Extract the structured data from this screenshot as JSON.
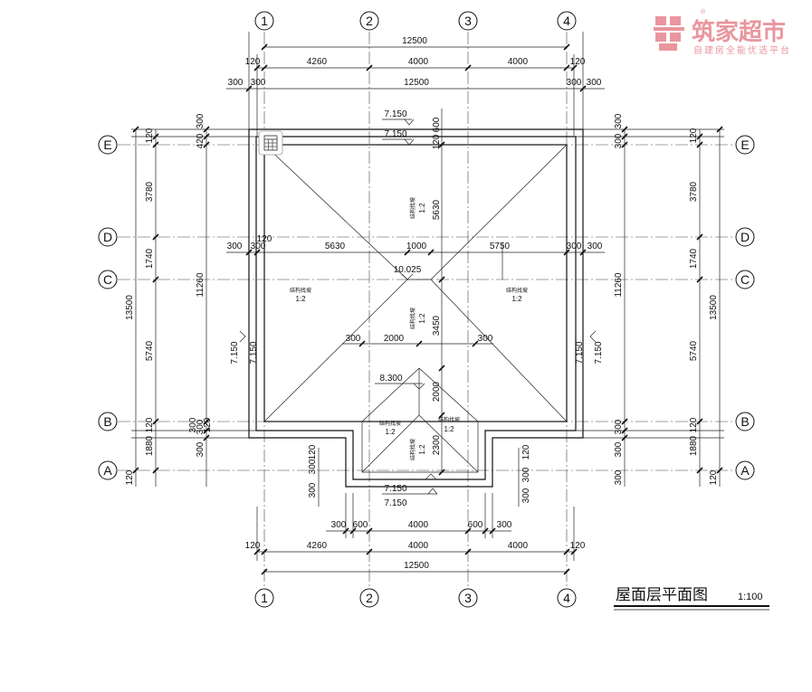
{
  "title": "屋面层平面图",
  "scale": "1:100",
  "watermark": {
    "brand": "筑家超市",
    "slogan": "自建房全能优选平台",
    "registered": "®"
  },
  "axes_vertical": [
    "1",
    "2",
    "3",
    "4"
  ],
  "axes_horizontal": [
    "E",
    "D",
    "C",
    "B",
    "A"
  ],
  "dims_top": {
    "total": "12500",
    "edge_left": "120",
    "edge_right": "120",
    "seg1": "4260",
    "seg2": "4000",
    "seg3": "4000",
    "eave_total": "12500",
    "eave_left": "300",
    "eave_right": "300",
    "offset_left": "300",
    "offset_right": "300"
  },
  "dims_bottom": {
    "total": "12500",
    "edge_left": "120",
    "edge_right": "120",
    "seg1": "4260",
    "seg2": "4000",
    "seg3": "4000",
    "w300a": "300",
    "w600a": "600",
    "w4000": "4000",
    "w600b": "600",
    "w300b": "300"
  },
  "dims_left": {
    "total": "13500",
    "mid": "11260",
    "e_top": "120",
    "e_eave": "420",
    "e_300": "300",
    "seg_ED": "3780",
    "seg_DC": "1740",
    "seg_CB": "5740",
    "seg_BA": "1880",
    "b_120": "120",
    "b_300a": "300",
    "b_300b": "300",
    "a_120": "120",
    "d_300": "300",
    "d_120": "120"
  },
  "dims_right": {
    "total": "13500",
    "mid": "11260",
    "e_120": "120",
    "e_300a": "300",
    "e_300b": "300",
    "seg_ED": "3780",
    "seg_DC": "1740",
    "seg_CB": "5740",
    "seg_BA": "1880",
    "b_120": "120",
    "b_300": "300",
    "b_300b": "300",
    "a_120": "120",
    "a_300": "300"
  },
  "dims_inner": {
    "d_left300": "300",
    "d_left120": "120",
    "d_5630": "5630",
    "d_1000": "1000",
    "d_5750": "5750",
    "d_right300a": "300",
    "d_right300b": "300",
    "v_5630": "5630",
    "v_3450": "3450",
    "v_2000": "2000",
    "v_2300": "2300",
    "v_120a": "120",
    "v_600": "600",
    "h_300a": "300",
    "h_2000": "2000",
    "h_300b": "300",
    "bay_300a": "300",
    "bay_300b": "300",
    "bay_120": "120",
    "bay_300c": "300",
    "bay_300d": "300",
    "bay_120b": "120"
  },
  "levels": {
    "top1": "7.150",
    "top2": "7.150",
    "ridge": "10.025",
    "left": "7.150",
    "left2": "7.150",
    "right": "7.150",
    "right2": "7.150",
    "bay_ridge": "8.300",
    "bottom1": "7.150",
    "bottom2": "7.150"
  },
  "slopes": [
    {
      "label": "结构找坡",
      "ratio": "1:2"
    },
    {
      "label": "结构找坡",
      "ratio": "1:2"
    },
    {
      "label": "结构找坡",
      "ratio": "1:2"
    },
    {
      "label": "结构找坡",
      "ratio": "1:2"
    },
    {
      "label": "结构找坡",
      "ratio": "1:2"
    },
    {
      "label": "结构找坡",
      "ratio": "1:2"
    },
    {
      "label": "结构找坡",
      "ratio": "1:2"
    }
  ]
}
